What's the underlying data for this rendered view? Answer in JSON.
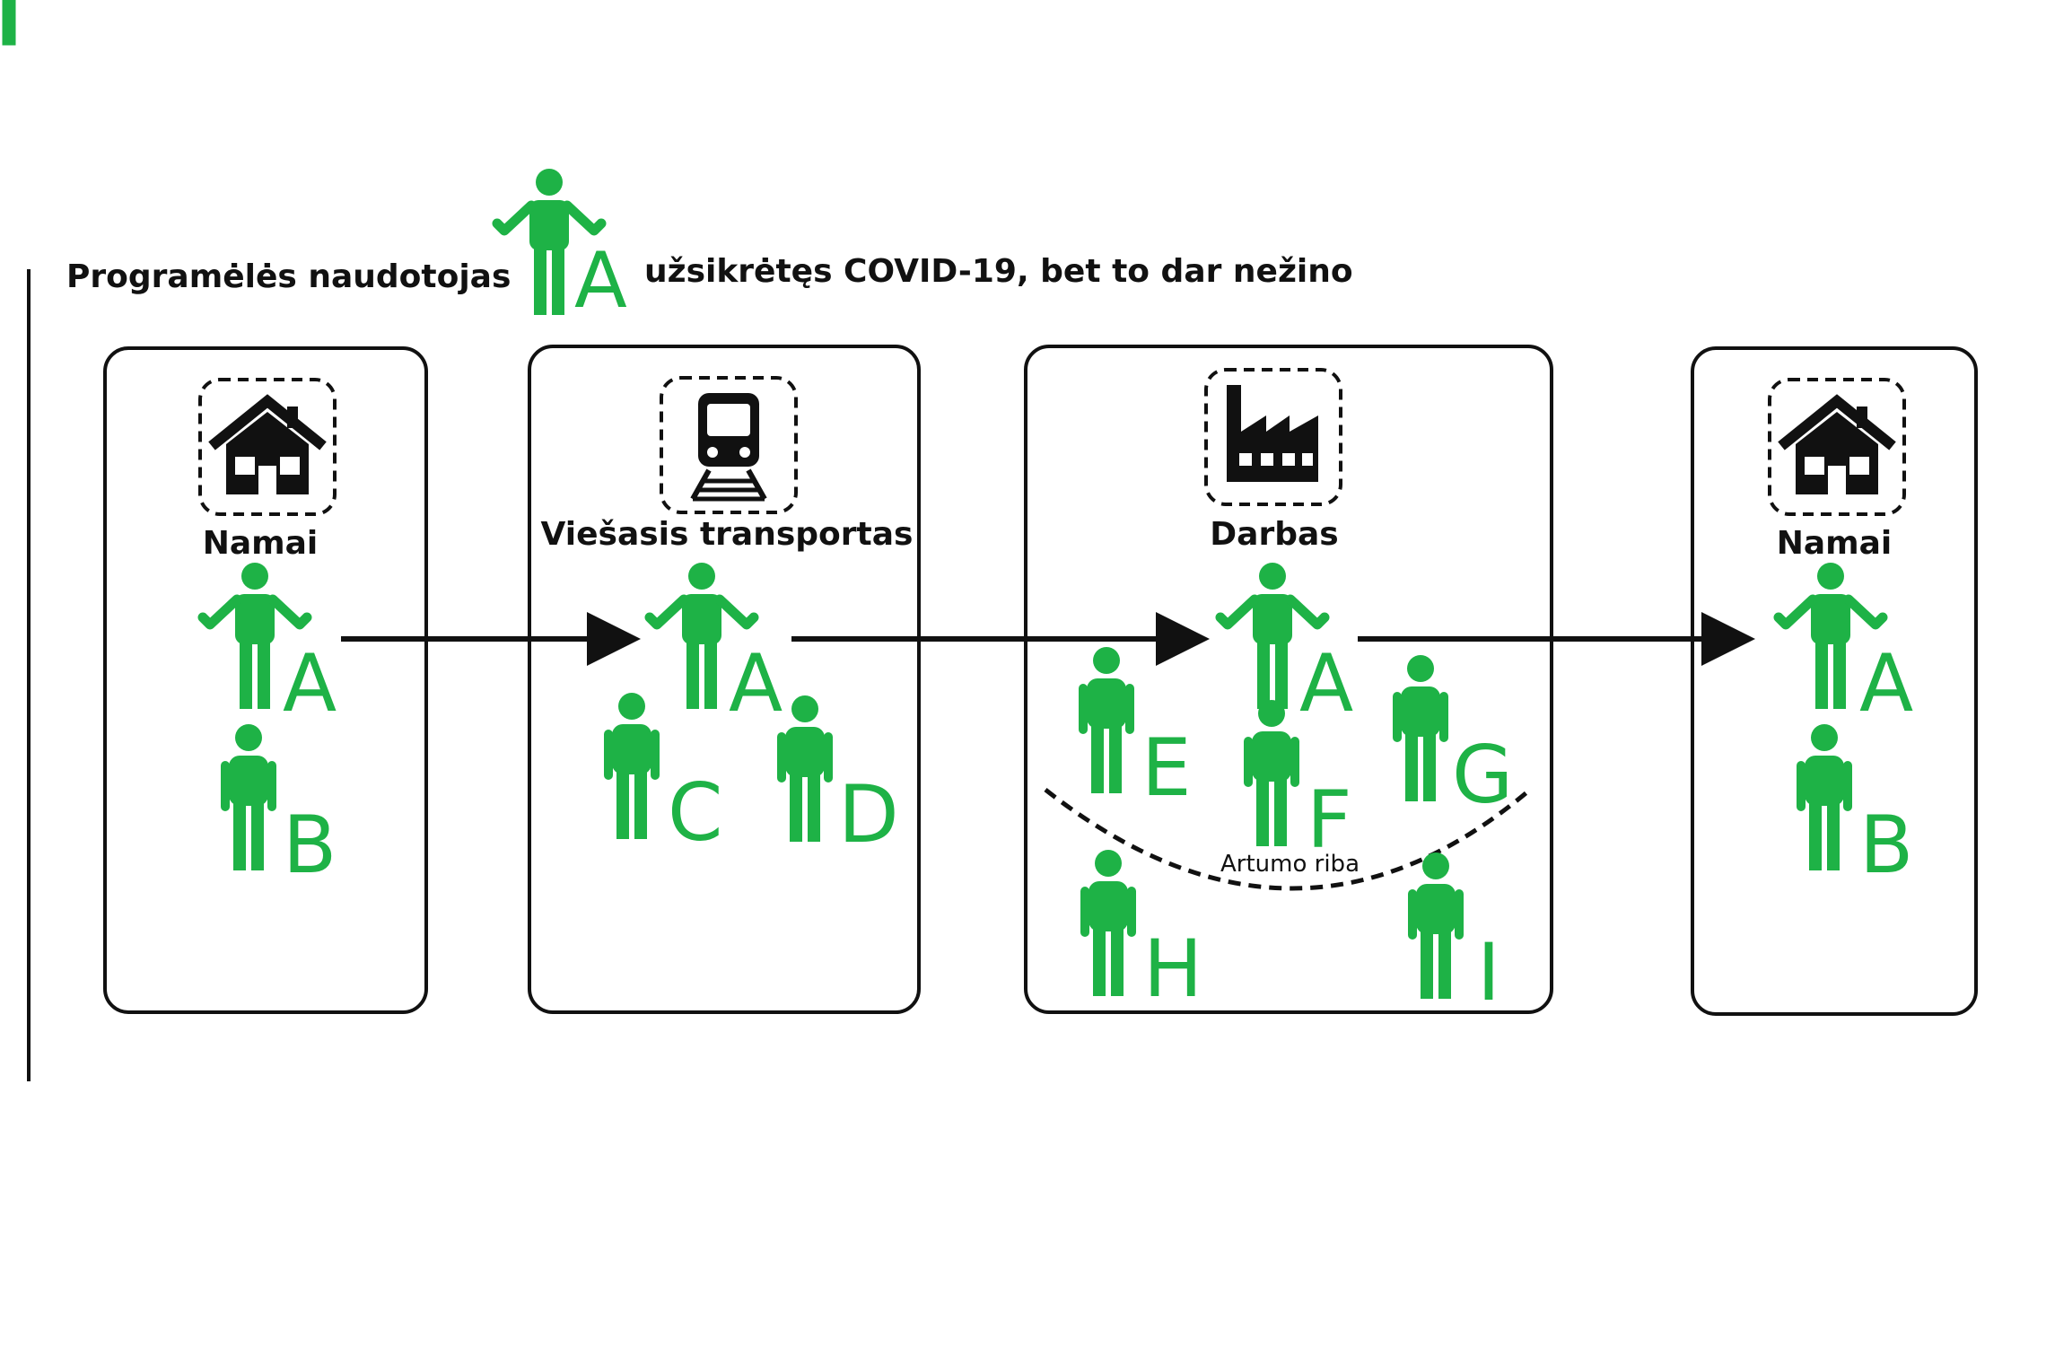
{
  "legend": {
    "prefix": "Programėlės naudotojas",
    "person": "A",
    "suffix": "užsikrėtęs COVID-19, bet to dar nežino"
  },
  "locations": [
    {
      "label": "Namai",
      "icon": "house-icon",
      "people": [
        "A",
        "B"
      ]
    },
    {
      "label": "Viešasis transportas",
      "icon": "train-icon",
      "people": [
        "A",
        "C",
        "D"
      ]
    },
    {
      "label": "Darbas",
      "icon": "factory-icon",
      "people": [
        "A",
        "E",
        "F",
        "G",
        "H",
        "I"
      ]
    },
    {
      "label": "Namai",
      "icon": "house-icon",
      "people": [
        "A",
        "B"
      ]
    }
  ],
  "proximity_label": "Artumo riba",
  "colors": {
    "person": "#1eb246",
    "frame": "#111111"
  }
}
